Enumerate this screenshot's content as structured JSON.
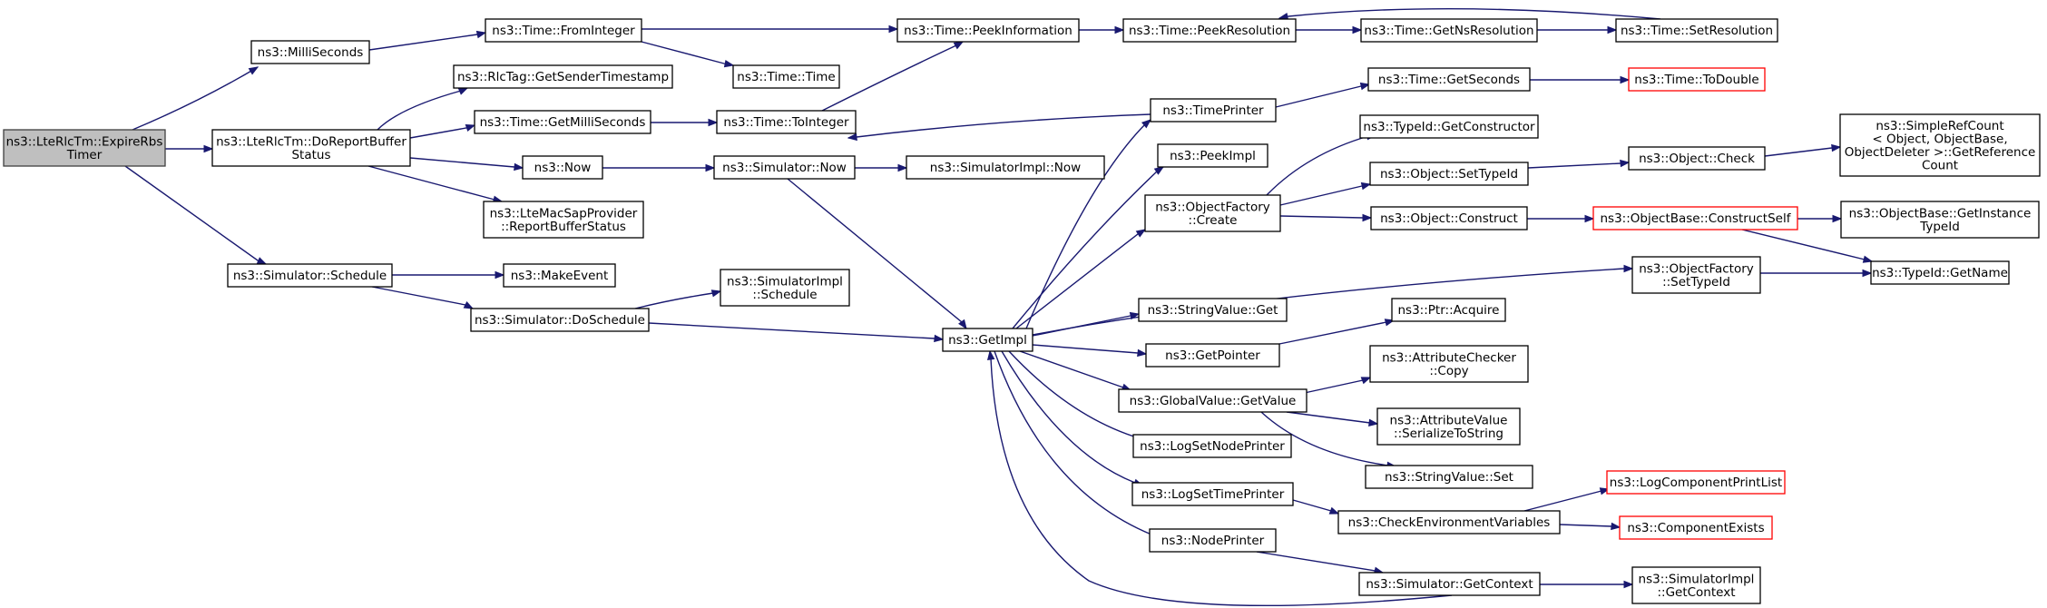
{
  "diagram": {
    "type": "doxygen-call-graph",
    "colors": {
      "edge": "#191970",
      "root_fill": "#bfbfbf",
      "missing_border": "#ff0000",
      "node_border": "#000000"
    },
    "nodes": [
      {
        "id": "root",
        "lines": [
          "ns3::LteRlcTm::ExpireRbs",
          "Timer"
        ],
        "style": "root"
      },
      {
        "id": "milliseconds",
        "lines": [
          "ns3::MilliSeconds"
        ]
      },
      {
        "id": "dorbs",
        "lines": [
          "ns3::LteRlcTm::DoReportBuffer",
          "Status"
        ]
      },
      {
        "id": "schedule",
        "lines": [
          "ns3::Simulator::Schedule"
        ]
      },
      {
        "id": "frominteger",
        "lines": [
          "ns3::Time::FromInteger"
        ]
      },
      {
        "id": "rlctag",
        "lines": [
          "ns3::RlcTag::GetSenderTimestamp"
        ]
      },
      {
        "id": "getmillis",
        "lines": [
          "ns3::Time::GetMilliSeconds"
        ]
      },
      {
        "id": "now",
        "lines": [
          "ns3::Now"
        ]
      },
      {
        "id": "ltemac",
        "lines": [
          "ns3::LteMacSapProvider",
          "::ReportBufferStatus"
        ]
      },
      {
        "id": "makeevent",
        "lines": [
          "ns3::MakeEvent"
        ]
      },
      {
        "id": "doschedule",
        "lines": [
          "ns3::Simulator::DoSchedule"
        ]
      },
      {
        "id": "timetime",
        "lines": [
          "ns3::Time::Time"
        ]
      },
      {
        "id": "tointeger",
        "lines": [
          "ns3::Time::ToInteger"
        ]
      },
      {
        "id": "simnow",
        "lines": [
          "ns3::Simulator::Now"
        ]
      },
      {
        "id": "simimplsched",
        "lines": [
          "ns3::SimulatorImpl",
          "::Schedule"
        ]
      },
      {
        "id": "peekinfo",
        "lines": [
          "ns3::Time::PeekInformation"
        ]
      },
      {
        "id": "simimplnow",
        "lines": [
          "ns3::SimulatorImpl::Now"
        ]
      },
      {
        "id": "getimpl",
        "lines": [
          "ns3::GetImpl"
        ]
      },
      {
        "id": "peekres",
        "lines": [
          "ns3::Time::PeekResolution"
        ]
      },
      {
        "id": "timeprinter",
        "lines": [
          "ns3::TimePrinter"
        ]
      },
      {
        "id": "peekimpl",
        "lines": [
          "ns3::PeekImpl"
        ]
      },
      {
        "id": "ofcreate",
        "lines": [
          "ns3::ObjectFactory",
          "::Create"
        ]
      },
      {
        "id": "strget",
        "lines": [
          "ns3::StringValue::Get"
        ]
      },
      {
        "id": "getpointer",
        "lines": [
          "ns3::GetPointer"
        ]
      },
      {
        "id": "gvgetvalue",
        "lines": [
          "ns3::GlobalValue::GetValue"
        ]
      },
      {
        "id": "logsetnode",
        "lines": [
          "ns3::LogSetNodePrinter"
        ]
      },
      {
        "id": "logsettime",
        "lines": [
          "ns3::LogSetTimePrinter"
        ]
      },
      {
        "id": "nodeprinter",
        "lines": [
          "ns3::NodePrinter"
        ]
      },
      {
        "id": "getnsres",
        "lines": [
          "ns3::Time::GetNsResolution"
        ]
      },
      {
        "id": "setres",
        "lines": [
          "ns3::Time::SetResolution"
        ]
      },
      {
        "id": "getseconds",
        "lines": [
          "ns3::Time::GetSeconds"
        ]
      },
      {
        "id": "todouble",
        "lines": [
          "ns3::Time::ToDouble"
        ],
        "style": "missing"
      },
      {
        "id": "tidgetctor",
        "lines": [
          "ns3::TypeId::GetConstructor"
        ]
      },
      {
        "id": "objsettypeid",
        "lines": [
          "ns3::Object::SetTypeId"
        ]
      },
      {
        "id": "objconstruct",
        "lines": [
          "ns3::Object::Construct"
        ]
      },
      {
        "id": "objcheck",
        "lines": [
          "ns3::Object::Check"
        ]
      },
      {
        "id": "simplerefcount",
        "lines": [
          "ns3::SimpleRefCount",
          "< Object, ObjectBase,",
          "ObjectDeleter >::GetReference",
          "Count"
        ]
      },
      {
        "id": "constructself",
        "lines": [
          "ns3::ObjectBase::ConstructSelf"
        ],
        "style": "missing"
      },
      {
        "id": "getinsttid",
        "lines": [
          "ns3::ObjectBase::GetInstance",
          "TypeId"
        ]
      },
      {
        "id": "ofsettypeid",
        "lines": [
          "ns3::ObjectFactory",
          "::SetTypeId"
        ]
      },
      {
        "id": "tidgetname",
        "lines": [
          "ns3::TypeId::GetName"
        ]
      },
      {
        "id": "ptracquire",
        "lines": [
          "ns3::Ptr::Acquire"
        ]
      },
      {
        "id": "attrcheckcopy",
        "lines": [
          "ns3::AttributeChecker",
          "::Copy"
        ]
      },
      {
        "id": "attrvalser",
        "lines": [
          "ns3::AttributeValue",
          "::SerializeToString"
        ]
      },
      {
        "id": "strset",
        "lines": [
          "ns3::StringValue::Set"
        ]
      },
      {
        "id": "checkenv",
        "lines": [
          "ns3::CheckEnvironmentVariables"
        ]
      },
      {
        "id": "logcompprint",
        "lines": [
          "ns3::LogComponentPrintList"
        ],
        "style": "missing"
      },
      {
        "id": "compexists",
        "lines": [
          "ns3::ComponentExists"
        ],
        "style": "missing"
      },
      {
        "id": "simgetctx",
        "lines": [
          "ns3::Simulator::GetContext"
        ]
      },
      {
        "id": "simimplgetctx",
        "lines": [
          "ns3::SimulatorImpl",
          "::GetContext"
        ]
      }
    ]
  }
}
